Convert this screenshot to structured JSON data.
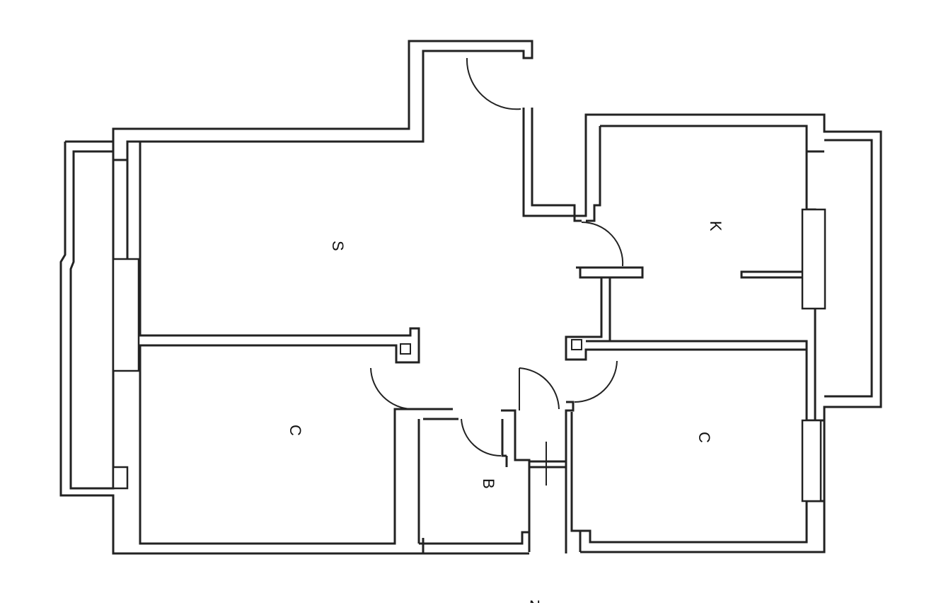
{
  "rooms": {
    "living": "S",
    "bedroom_left": "C",
    "bathroom": "B",
    "kitchen": "K",
    "bedroom_right": "C"
  },
  "bottom_mark": "N"
}
